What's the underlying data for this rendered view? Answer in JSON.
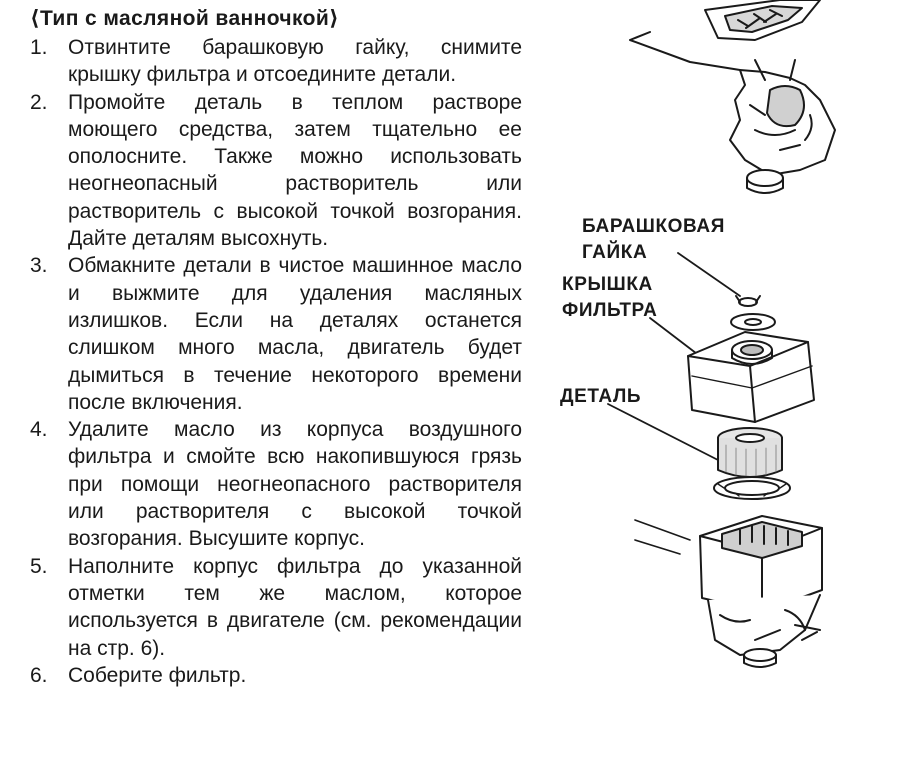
{
  "section": {
    "heading": "⟨Тип с масляной ванночкой⟩"
  },
  "steps": [
    {
      "num": "1.",
      "text": "Отвинтите барашковую гайку, снимите крышку фильтра и отсоедините детали."
    },
    {
      "num": "2.",
      "text": "Промойте деталь в теплом растворе моющего средства, затем тщательно ее ополосните. Также можно использовать неогнеопасный растворитель или растворитель с высокой точкой возгорания. Дайте деталям высохнуть."
    },
    {
      "num": "3.",
      "text": "Обмакните детали в чистое машинное масло и выжмите для удаления масляных излишков. Если на деталях останется слишком много масла, двигатель будет дымиться в течение некоторого времени после включения."
    },
    {
      "num": "4.",
      "text": "Удалите масло из корпуса воздушного фильтра и смойте всю накопившуюся грязь при помощи неогнеопасного растворителя или растворителя с высокой точкой возгорания. Высушите корпус."
    },
    {
      "num": "5.",
      "text": "Наполните корпус фильтра до указанной отметки тем же маслом, которое используется в двигателе (см. рекомендации на стр. 6)."
    },
    {
      "num": "6.",
      "text": "Соберите фильтр."
    }
  ],
  "figure": {
    "labels": {
      "wing_nut_line1": "БАРАШКОВАЯ",
      "wing_nut_line2": "ГАЙКА",
      "cover_line1": "КРЫШКА",
      "cover_line2": "ФИЛЬТРА",
      "element": "ДЕТАЛЬ"
    }
  }
}
